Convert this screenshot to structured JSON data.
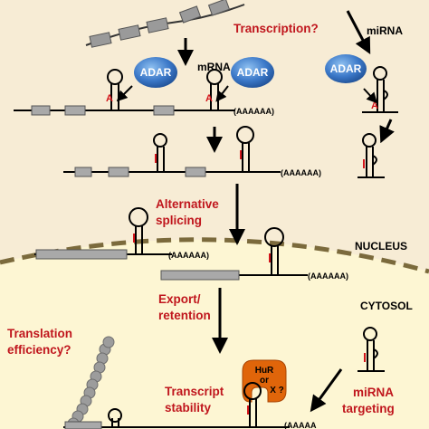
{
  "labels": {
    "transcription": "Transcription?",
    "mrna": "mRNA",
    "mirna": "miRNA",
    "adar": "ADAR",
    "edit_a": "A",
    "polya": "(AAAAAA)",
    "alt_splicing_1": "Alternative",
    "alt_splicing_2": "splicing",
    "nucleus": "NUCLEUS",
    "cytosol": "CYTOSOL",
    "export_1": "Export/",
    "export_2": "retention",
    "translation_1": "Translation",
    "translation_2": "efficiency?",
    "stability_1": "Transcript",
    "stability_2": "stability",
    "mirna_targeting_1": "miRNA",
    "mirna_targeting_2": "targeting",
    "hur_1": "HuR",
    "hur_2": "or",
    "hur_3": "X ?",
    "polya_short": "(AAAAA"
  },
  "colors": {
    "background": "#f7ecd5",
    "cytosol": "#fdf6d3",
    "nuclear_envelope": "#7b6a3c",
    "label_red": "#c0161d",
    "adar_blue": "#2f6fbf",
    "exon_gray": "#a9a9a9",
    "hur_orange": "#e0650a"
  }
}
